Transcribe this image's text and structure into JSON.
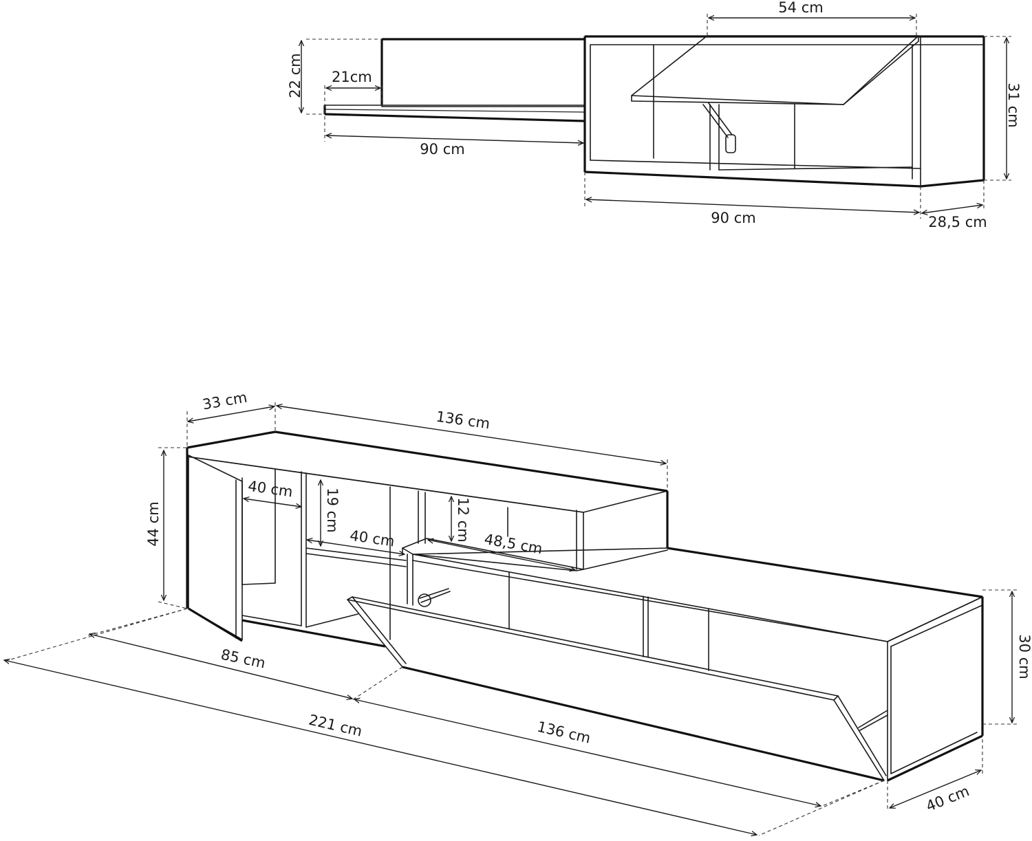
{
  "wall_unit": {
    "shelf_back_height": "22 cm",
    "shelf_depth": "21cm",
    "shelf_width": "90 cm",
    "flap_width": "54 cm",
    "cabinet_height": "31 cm",
    "cabinet_width": "90 cm",
    "cabinet_depth": "28,5 cm"
  },
  "tv_unit": {
    "top_depth": "33 cm",
    "top_width": "136 cm",
    "left_height": "44 cm",
    "inner_depth": "40 cm",
    "niche_height": "19 cm",
    "shelf_depth": "40 cm",
    "upper_niche_height": "12 cm",
    "niche_width": "48,5 cm",
    "left_width": "85 cm",
    "total_width": "221 cm",
    "lower_width": "136 cm",
    "lower_height": "30 cm",
    "lower_depth": "40 cm"
  }
}
